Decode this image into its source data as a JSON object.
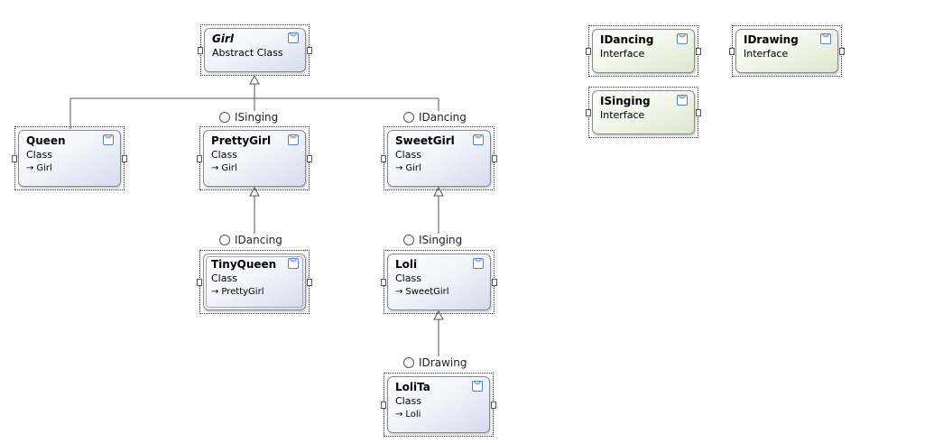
{
  "diagram": {
    "shapes": [
      {
        "id": "girl",
        "name": "Girl",
        "kind": "Abstract Class",
        "base": null,
        "style": "class",
        "italic": true,
        "double": false
      },
      {
        "id": "queen",
        "name": "Queen",
        "kind": "Class",
        "base": "Girl",
        "style": "class",
        "italic": false,
        "double": false
      },
      {
        "id": "prettygirl",
        "name": "PrettyGirl",
        "kind": "Class",
        "base": "Girl",
        "style": "class",
        "italic": false,
        "double": false
      },
      {
        "id": "sweetgirl",
        "name": "SweetGirl",
        "kind": "Class",
        "base": "Girl",
        "style": "class",
        "italic": false,
        "double": false
      },
      {
        "id": "tinyqueen",
        "name": "TinyQueen",
        "kind": "Class",
        "base": "PrettyGirl",
        "style": "class",
        "italic": false,
        "double": true
      },
      {
        "id": "loli",
        "name": "Loli",
        "kind": "Class",
        "base": "SweetGirl",
        "style": "class",
        "italic": false,
        "double": false
      },
      {
        "id": "lolita",
        "name": "LoliTa",
        "kind": "Class",
        "base": "Loli",
        "style": "class",
        "italic": false,
        "double": false
      },
      {
        "id": "idancing",
        "name": "IDancing",
        "kind": "Interface",
        "base": null,
        "style": "interface",
        "italic": false,
        "double": false
      },
      {
        "id": "idrawing",
        "name": "IDrawing",
        "kind": "Interface",
        "base": null,
        "style": "interface",
        "italic": false,
        "double": false
      },
      {
        "id": "isinging",
        "name": "ISinging",
        "kind": "Interface",
        "base": null,
        "style": "interface",
        "italic": false,
        "double": false
      }
    ],
    "lollipops": [
      {
        "id": "prettygirl-isinging",
        "shape": "prettygirl",
        "label": "ISinging"
      },
      {
        "id": "sweetgirl-idancing",
        "shape": "sweetgirl",
        "label": "IDancing"
      },
      {
        "id": "tinyqueen-idancing",
        "shape": "tinyqueen",
        "label": "IDancing"
      },
      {
        "id": "loli-isinging",
        "shape": "loli",
        "label": "ISinging"
      },
      {
        "id": "lolita-idrawing",
        "shape": "lolita",
        "label": "IDrawing"
      }
    ],
    "inheritance": [
      {
        "child": "queen",
        "parent": "girl"
      },
      {
        "child": "prettygirl",
        "parent": "girl"
      },
      {
        "child": "sweetgirl",
        "parent": "girl"
      },
      {
        "child": "tinyqueen",
        "parent": "prettygirl"
      },
      {
        "child": "loli",
        "parent": "sweetgirl"
      },
      {
        "child": "lolita",
        "parent": "loli"
      }
    ],
    "toggle_icon": "double-chevron-down-icon",
    "base_arrow_icon": "inherit-arrow-icon",
    "colors": {
      "class_gradient_end": "#d5dced",
      "interface_gradient_end": "#dbe7cd",
      "toggle_border": "#5b7fc4"
    }
  }
}
